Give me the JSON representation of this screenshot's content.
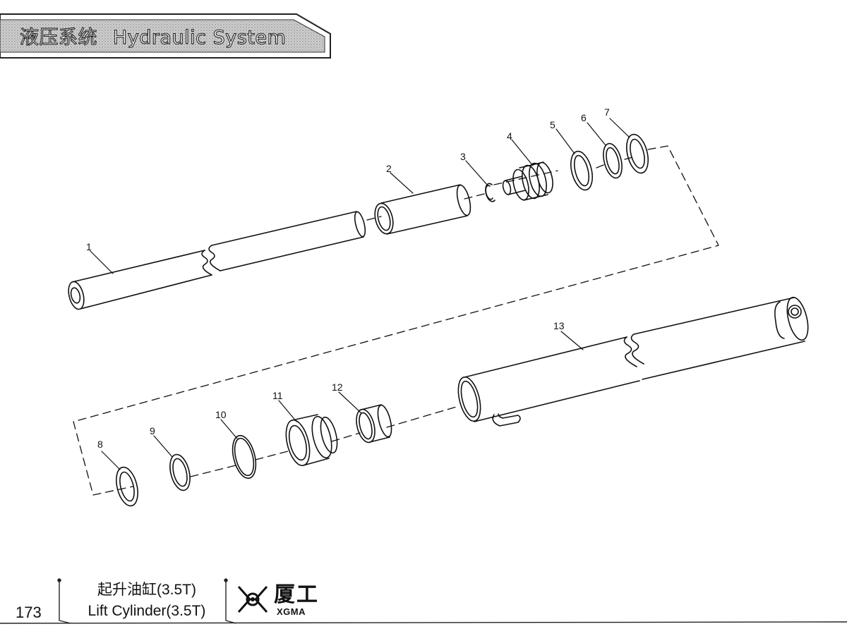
{
  "header": {
    "title_cn": "液压系统",
    "title_en": "Hydraulic System"
  },
  "callouts": [
    "1",
    "2",
    "3",
    "4",
    "5",
    "6",
    "7",
    "8",
    "9",
    "10",
    "11",
    "12",
    "13"
  ],
  "footer": {
    "page_number": "173",
    "title_cn": "起升油缸(3.5T)",
    "title_en": "Lift Cylinder(3.5T)",
    "brand_cn": "厦工",
    "brand_en": "XGMA"
  }
}
